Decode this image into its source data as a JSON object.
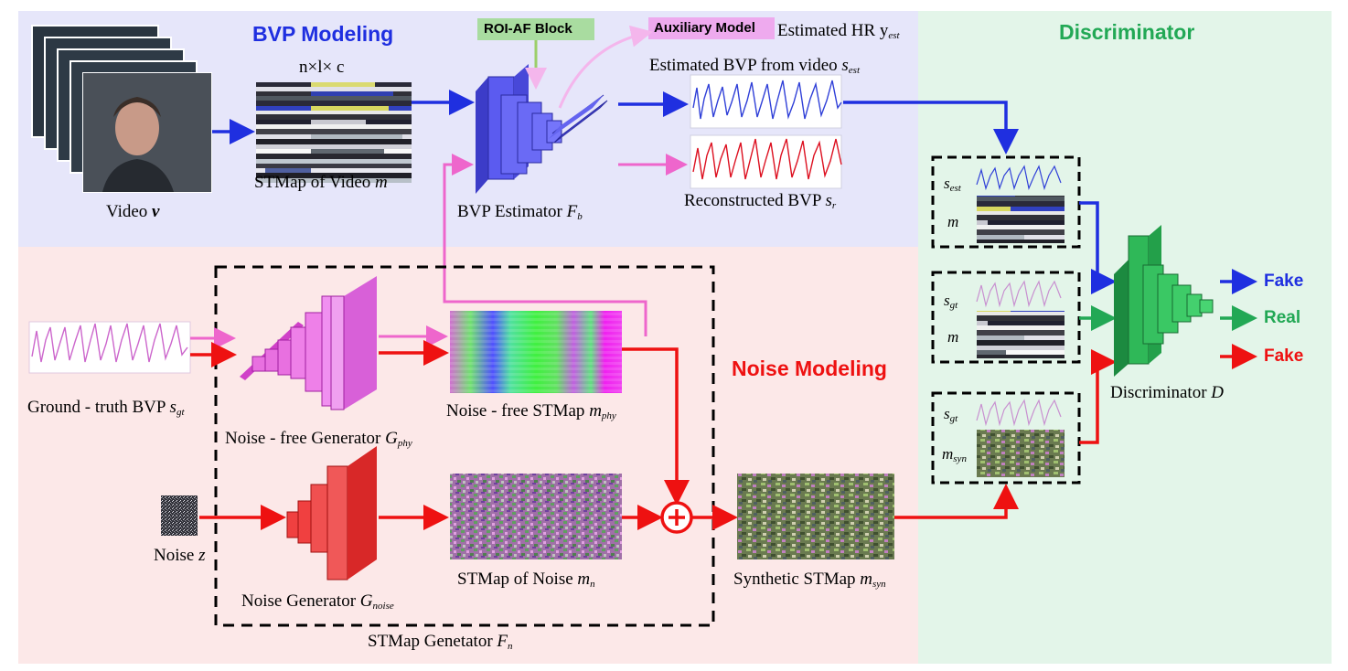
{
  "sections": {
    "bvp_modeling": "BVP Modeling",
    "noise_modeling": "Noise Modeling",
    "discriminator": "Discriminator"
  },
  "blocks": {
    "roi_af": "ROI-AF Block",
    "auxiliary": "Auxiliary Model"
  },
  "labels": {
    "video": "Video",
    "video_sym": "v",
    "stmap_dims": "n×l× c",
    "stmap_video": "STMap of Video",
    "stmap_video_sym": "m",
    "bvp_estimator": "BVP Estimator",
    "bvp_estimator_sym": "F",
    "bvp_estimator_sub": "b",
    "est_hr": "Estimated HR y",
    "est_hr_sub": "est",
    "est_bvp": "Estimated BVP from video",
    "est_bvp_sym": "s",
    "est_bvp_sub": "est",
    "recon_bvp": "Reconstructed BVP",
    "recon_bvp_sym": "s",
    "recon_bvp_sub": "r",
    "gt_bvp": "Ground - truth BVP",
    "gt_bvp_sym": "s",
    "gt_bvp_sub": "gt",
    "noise_free_gen": "Noise - free Generator",
    "noise_free_gen_sym": "G",
    "noise_free_gen_sub": "phy",
    "noise_free_stmap": "Noise - free STMap",
    "noise_free_stmap_sym": "m",
    "noise_free_stmap_sub": "phy",
    "noise": "Noise",
    "noise_sym": "z",
    "noise_gen": "Noise Generator",
    "noise_gen_sym": "G",
    "noise_gen_sub": "noise",
    "stmap_noise": "STMap of Noise",
    "stmap_noise_sym": "m",
    "stmap_noise_sub": "n",
    "synthetic": "Synthetic STMap",
    "synthetic_sym": "m",
    "synthetic_sub": "syn",
    "stmap_gen": "STMap Genetator",
    "stmap_gen_sym": "F",
    "stmap_gen_sub": "n",
    "discriminator": "Discriminator",
    "discriminator_sym": "D"
  },
  "disc_inputs": [
    {
      "s": "s",
      "s_sub": "est",
      "m": "m",
      "m_sub": ""
    },
    {
      "s": "s",
      "s_sub": "gt",
      "m": "m",
      "m_sub": ""
    },
    {
      "s": "s",
      "s_sub": "gt",
      "m": "m",
      "m_sub": "syn"
    }
  ],
  "outputs": [
    "Fake",
    "Real",
    "Fake"
  ],
  "colors": {
    "bvp_bg": "#e6e6fa",
    "noise_bg": "#fce8e8",
    "disc_bg": "#e3f5e9",
    "blue": "#1f2fe0",
    "red": "#ee1111",
    "green": "#22a855",
    "pink": "#ee66cc",
    "bvp_title": "#1f2fe0",
    "noise_title": "#ee1111",
    "disc_title": "#22a855",
    "roi_bg": "#a9dca0",
    "aux_bg": "#eeaaee"
  }
}
